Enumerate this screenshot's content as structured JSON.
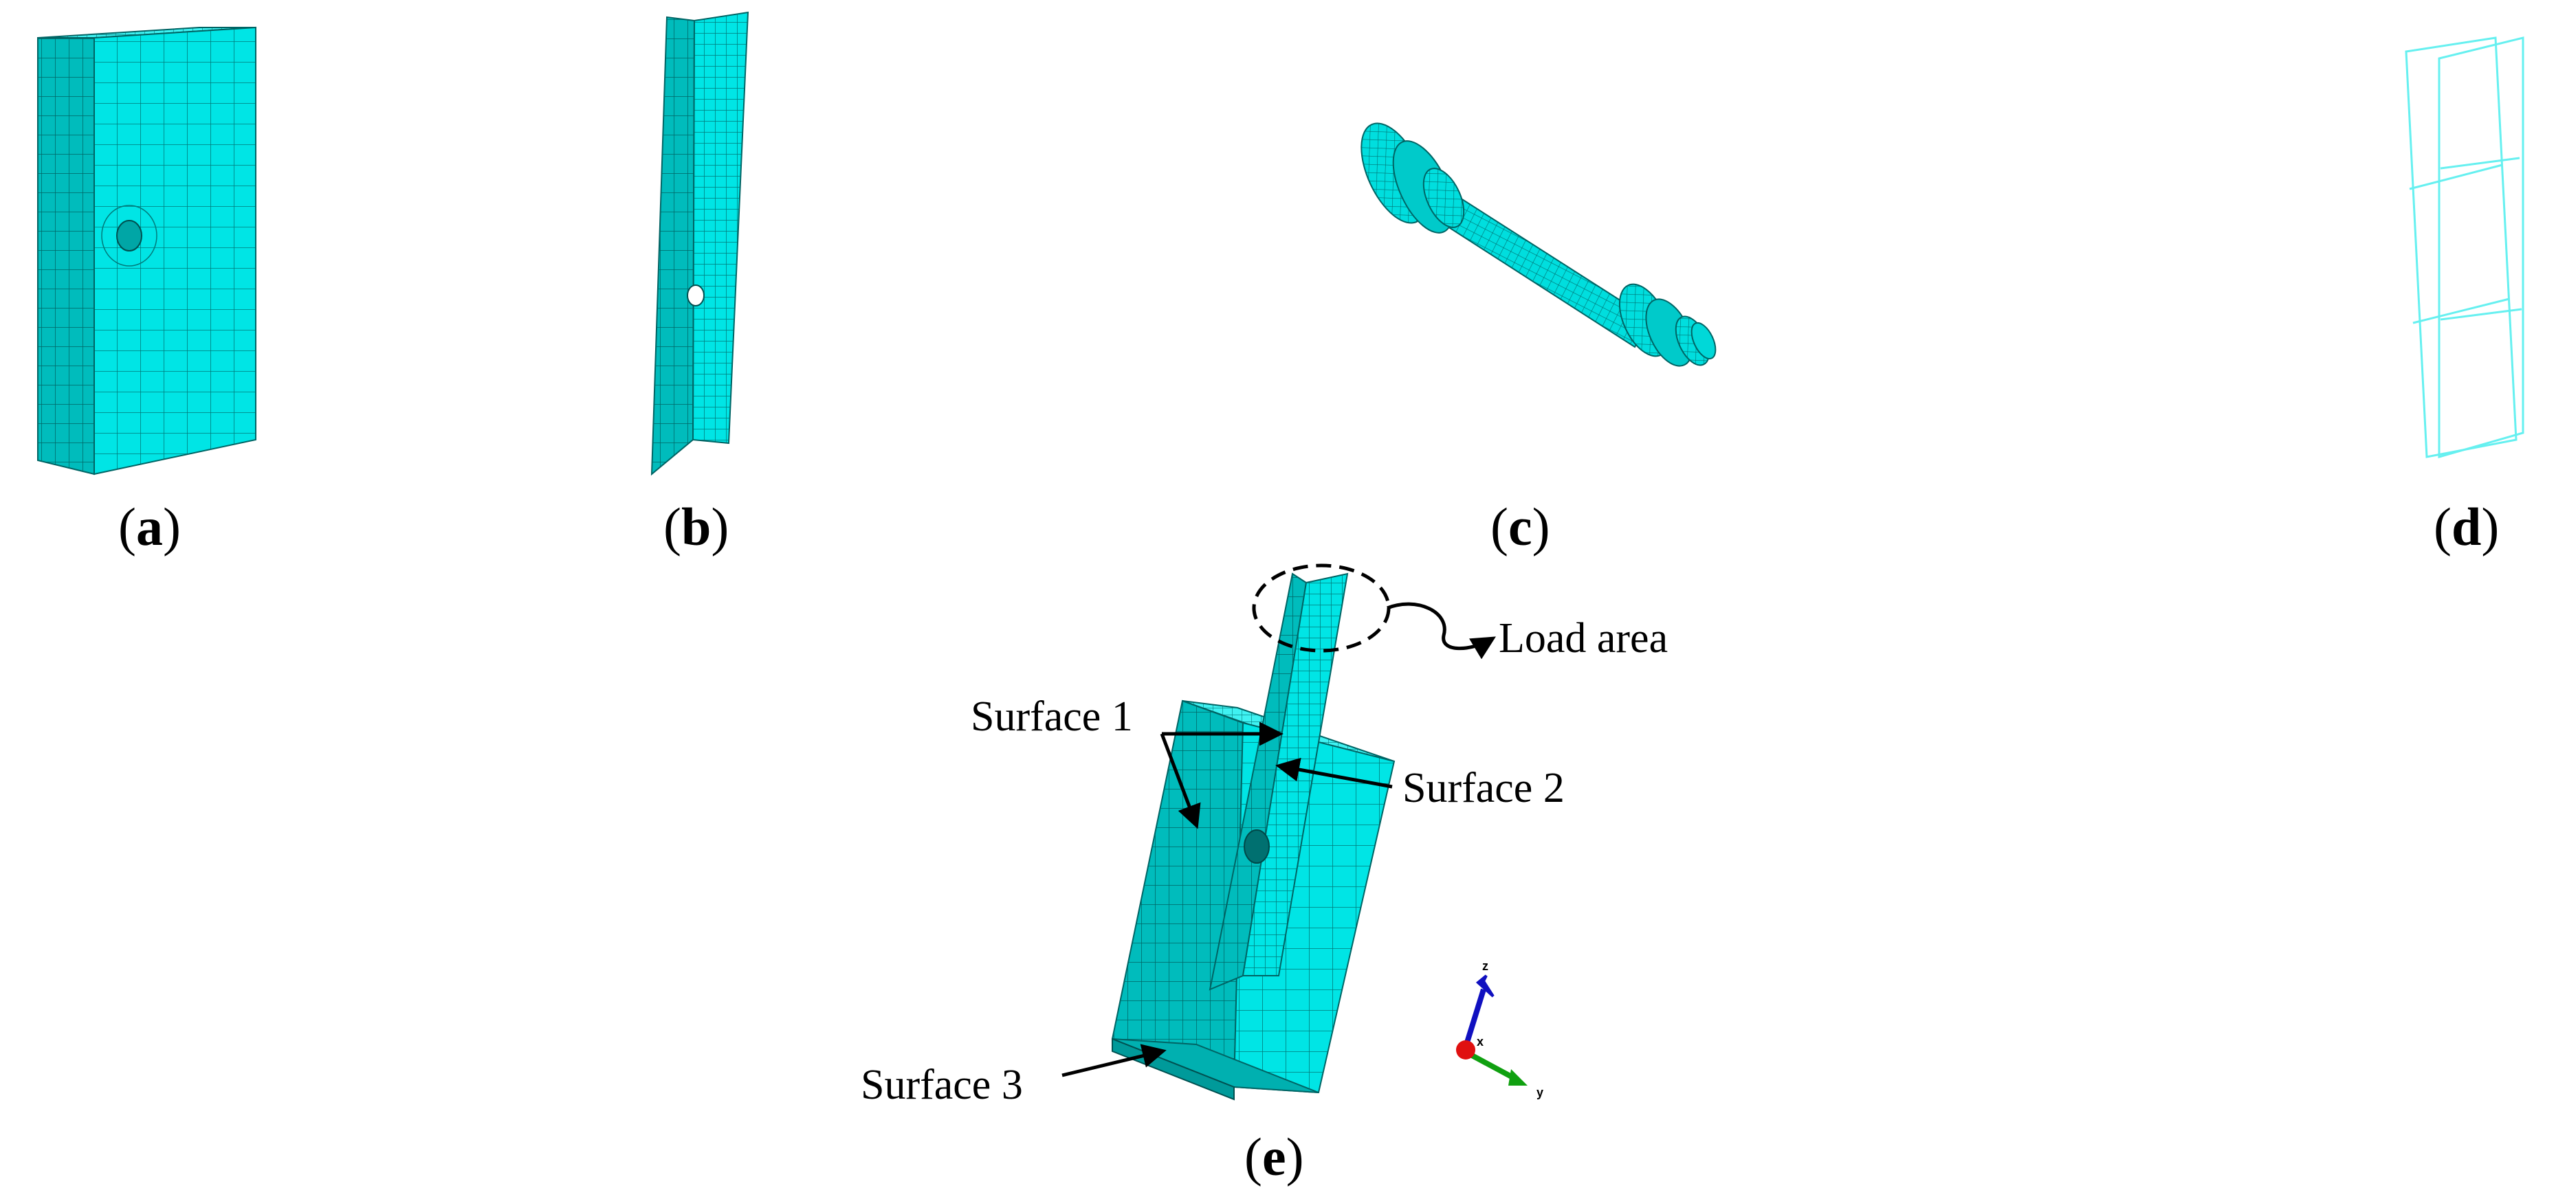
{
  "panels": [
    {
      "letter": "a"
    },
    {
      "letter": "b"
    },
    {
      "letter": "c"
    },
    {
      "letter": "d"
    },
    {
      "letter": "e"
    }
  ],
  "annotations": {
    "load_area": "Load area",
    "surface_1": "Surface 1",
    "surface_2": "Surface 2",
    "surface_3": "Surface 3"
  },
  "triad": {
    "z": "z",
    "y": "y",
    "x": "x"
  },
  "colors": {
    "mesh_fill": "#00e5e5",
    "mesh_fill_dark": "#00b8b8",
    "mesh_fill_light": "#33f0f0",
    "mesh_line": "#006666",
    "wire_line": "#66f0f0",
    "axis_z": "#1010c0",
    "axis_y": "#10a010",
    "axis_x": "#e01010"
  }
}
